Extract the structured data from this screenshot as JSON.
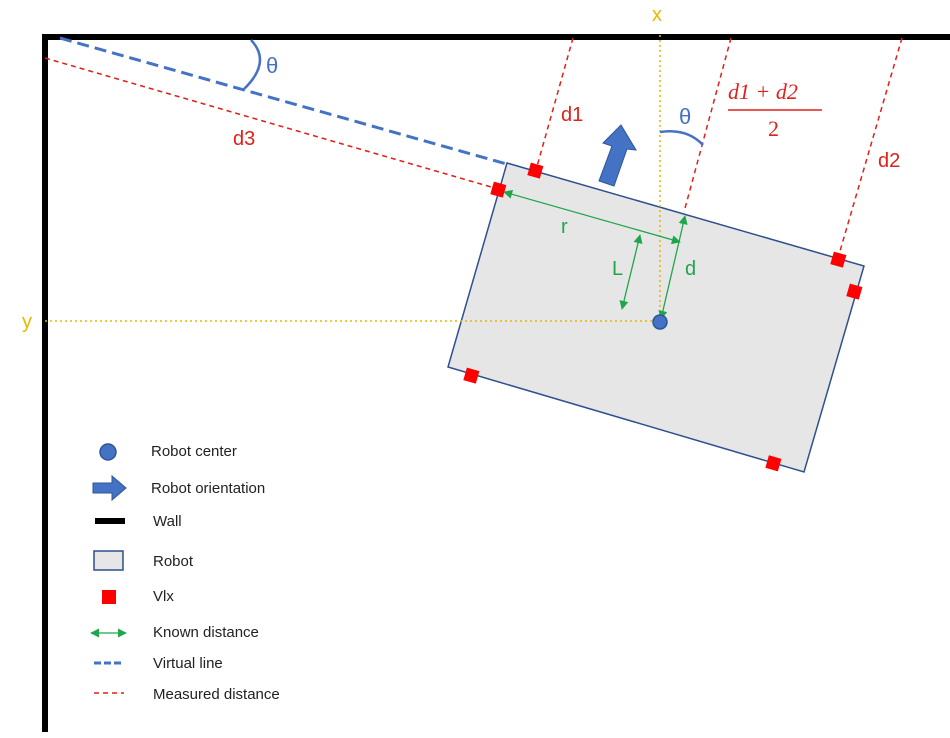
{
  "axes": {
    "x_label": "x",
    "y_label": "y"
  },
  "angle_label": "θ",
  "distances": {
    "d1": "d1",
    "d2": "d2",
    "d3": "d3"
  },
  "formula": {
    "numerator": "d1 + d2",
    "denominator": "2"
  },
  "known": {
    "r": "r",
    "L": "L",
    "d": "d"
  },
  "legend": {
    "items": [
      {
        "label": "Robot center",
        "icon": "robot-center-circle"
      },
      {
        "label": "Robot orientation",
        "icon": "orientation-arrow"
      },
      {
        "label": "Wall",
        "icon": "wall-line"
      },
      {
        "label": "Robot",
        "icon": "robot-rectangle"
      },
      {
        "label": "Vlx",
        "icon": "sensor-square"
      },
      {
        "label": "Known distance",
        "icon": "double-arrow"
      },
      {
        "label": "Virtual line",
        "icon": "blue-dashed-line"
      },
      {
        "label": "Measured distance",
        "icon": "red-dashed-line"
      }
    ]
  },
  "colors": {
    "wall": "#000000",
    "robot_fill": "#e6e6e6",
    "robot_stroke": "#2f4f8f",
    "sensor": "#ff0000",
    "measured": "#e0201a",
    "virtual": "#4472c4",
    "known": "#1fa64a",
    "axis": "#e6b800",
    "center": "#4472c4"
  }
}
